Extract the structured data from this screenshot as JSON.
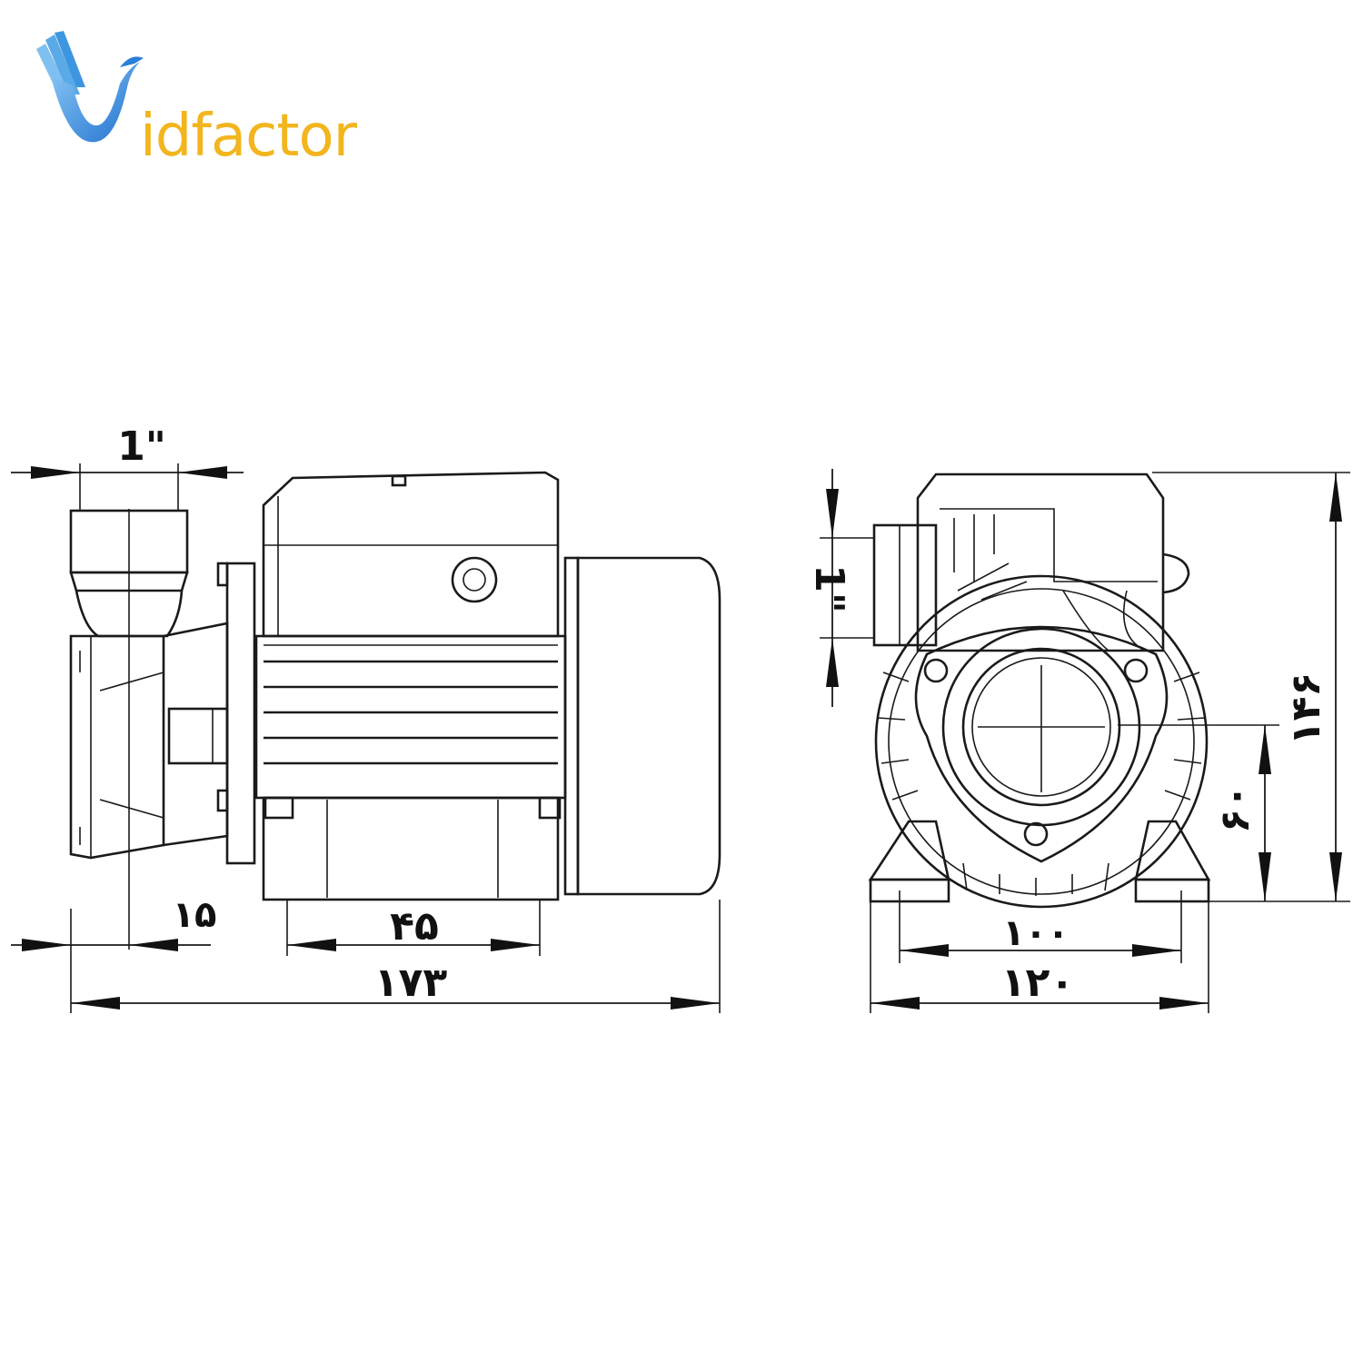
{
  "brand": {
    "logo_name": "vidfactor",
    "logo_text": "idfactor",
    "colors": {
      "blue": "#2a7fd6",
      "light_blue": "#6fb6ee",
      "yellow": "#f2b51e"
    }
  },
  "side_view": {
    "dims": {
      "inlet": "1\"",
      "flange": "۱۵",
      "base": "۴۵",
      "total_length": "۱۷۳"
    }
  },
  "front_view": {
    "dims": {
      "outlet": "1\"",
      "height": "۱۴۶",
      "axis_height": "۶۰",
      "foot_spacing": "۱۰۰",
      "base_width": "۱۲۰"
    }
  }
}
